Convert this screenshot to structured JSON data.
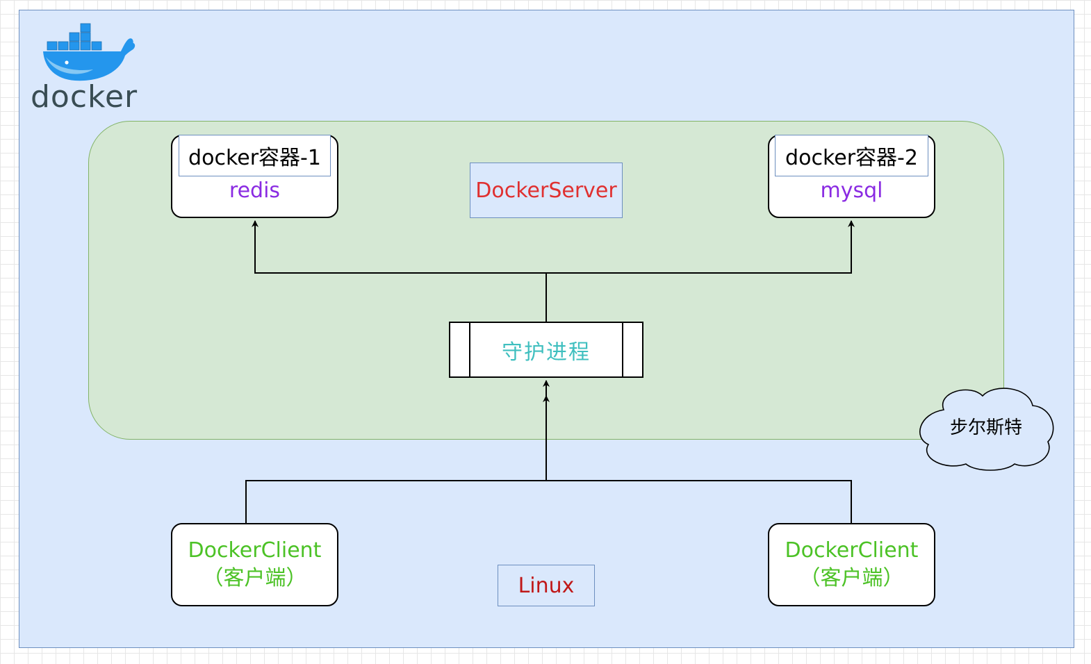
{
  "logo": {
    "wordmark": "docker"
  },
  "server": {
    "label": "DockerServer",
    "color": "#e03030"
  },
  "containers": [
    {
      "header": "docker容器-1",
      "service": "redis"
    },
    {
      "header": "docker容器-2",
      "service": "mysql"
    }
  ],
  "daemon": {
    "label": "守护进程"
  },
  "cloud": {
    "label": "步尔斯特"
  },
  "clients": [
    {
      "line1": "DockerClient",
      "line2": "（客户端）"
    },
    {
      "line1": "DockerClient",
      "line2": "（客户端）"
    }
  ],
  "os": {
    "label": "Linux",
    "color": "#c01818"
  },
  "colors": {
    "outer_fill": "#dae8fc",
    "inner_fill": "#d5e8d4",
    "service_text": "#8a2be2",
    "client_text": "#4cc226",
    "daemon_text": "#3fbfbf"
  }
}
